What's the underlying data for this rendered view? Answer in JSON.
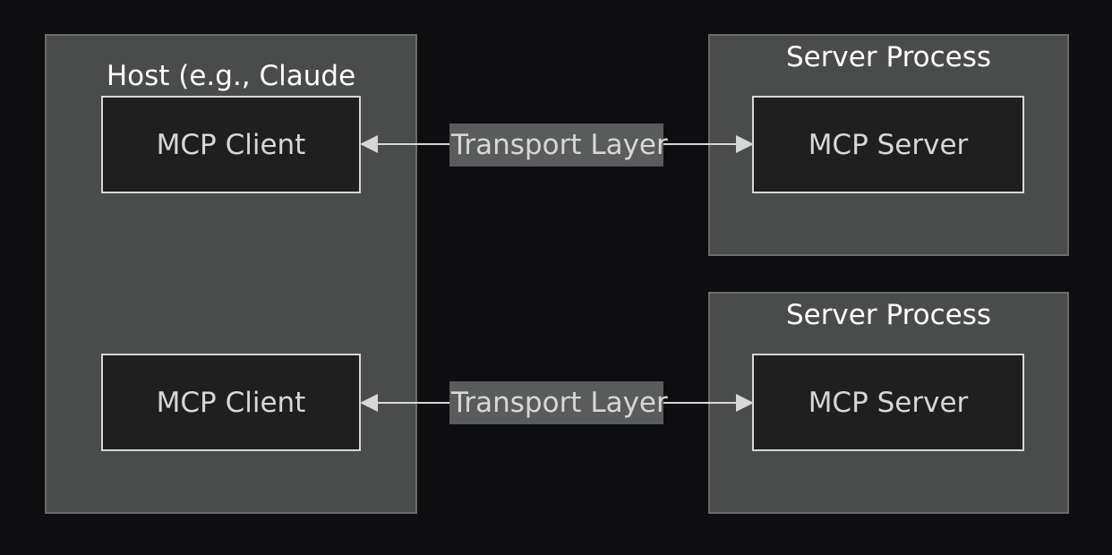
{
  "diagram": {
    "host": {
      "title": "Host (e.g., Claude Desktop)",
      "clients": [
        {
          "label": "MCP Client"
        },
        {
          "label": "MCP Client"
        }
      ]
    },
    "servers": [
      {
        "title": "Server Process",
        "node_label": "MCP Server"
      },
      {
        "title": "Server Process",
        "node_label": "MCP Server"
      }
    ],
    "edges": [
      {
        "label": "Transport Layer",
        "from": "MCP Client",
        "to": "MCP Server",
        "direction": "bidirectional"
      },
      {
        "label": "Transport Layer",
        "from": "MCP Client",
        "to": "MCP Server",
        "direction": "bidirectional"
      }
    ],
    "colors": {
      "background": "#0e0e10",
      "group_fill": "#4a4c4b",
      "node_fill": "#1e1f1e",
      "node_stroke": "#d7d7d7",
      "edge_label_fill": "#5a5c5b"
    }
  }
}
